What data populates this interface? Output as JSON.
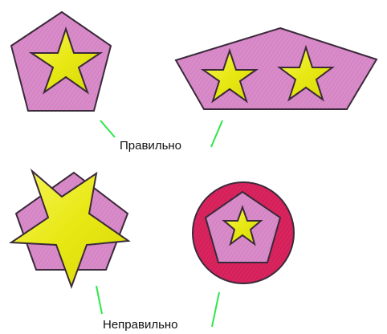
{
  "labels": {
    "correct": "Правильно",
    "incorrect": "Неправильно"
  },
  "colors": {
    "pentagon_fill": "#d98ac8",
    "star_fill": "#eeee1a",
    "circle_fill": "#d9245e",
    "outline": "#3a2a3a",
    "pointer_line": "#2ee64a"
  },
  "examples": [
    {
      "id": "correct-single-star",
      "group": "correct"
    },
    {
      "id": "correct-two-stars",
      "group": "correct"
    },
    {
      "id": "incorrect-overlapping-star",
      "group": "incorrect"
    },
    {
      "id": "incorrect-circle-pentagon-star",
      "group": "incorrect"
    }
  ]
}
